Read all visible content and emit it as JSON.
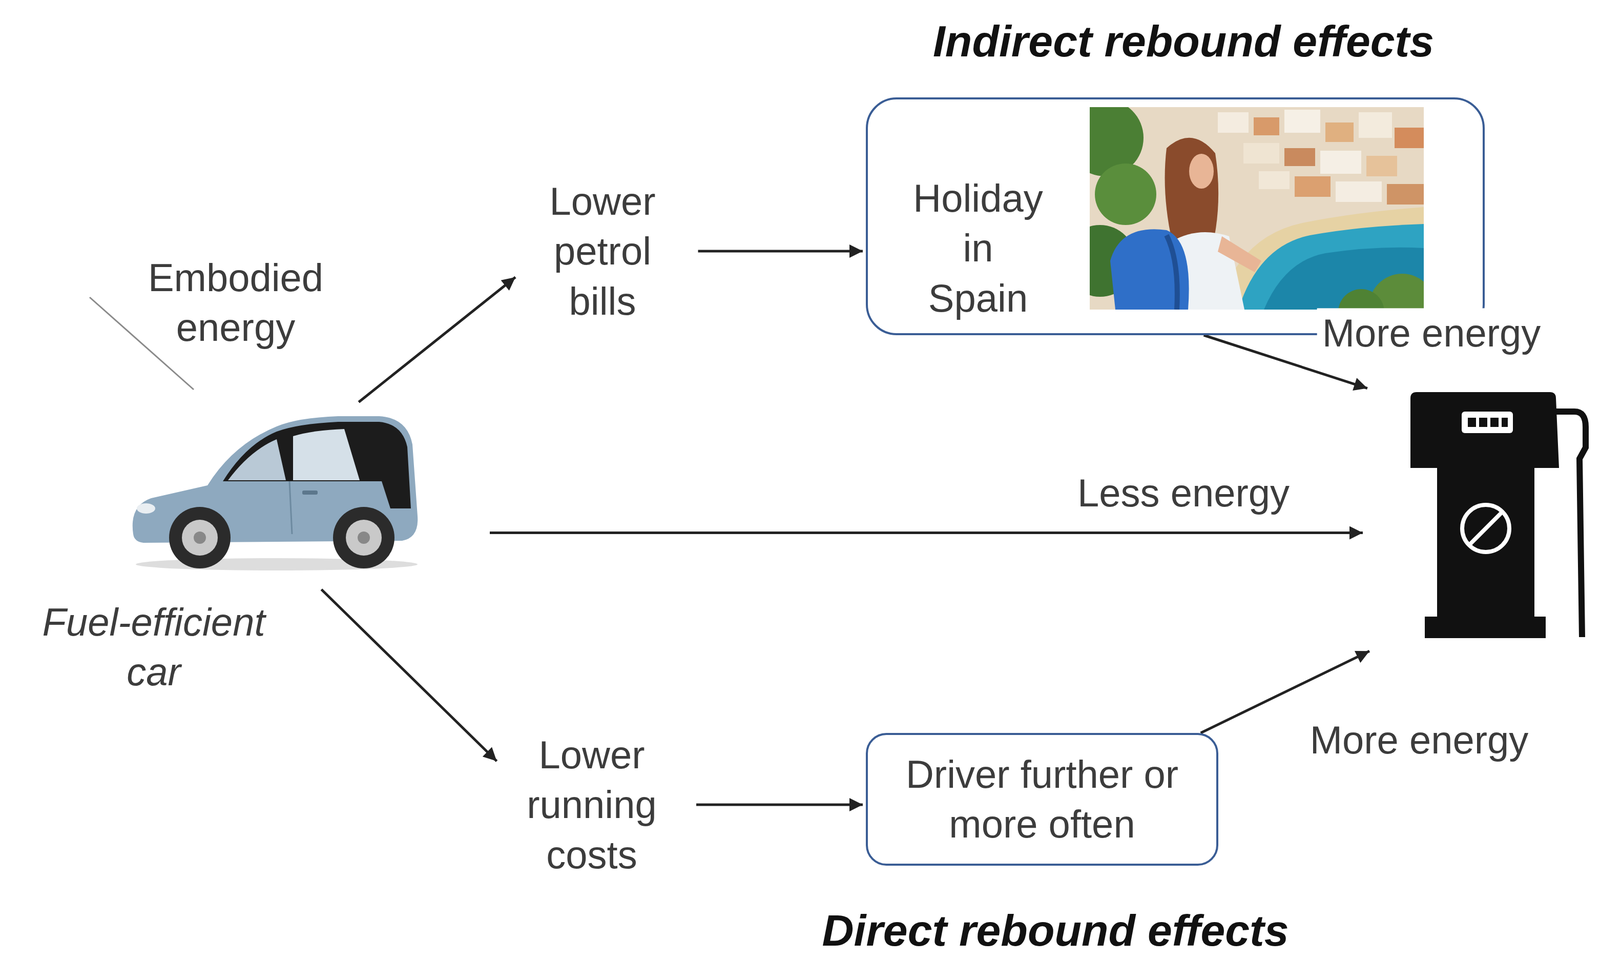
{
  "diagram": {
    "nodes": [
      {
        "text": [
          "Fuel-efficient car"
        ]
      },
      {
        "text": [
          "Lower petrol bills"
        ]
      },
      {
        "text": [
          "Holiday in Spain"
        ]
      },
      {
        "text": [
          "Lower running costs"
        ]
      },
      {
        "text": [
          "Driver further or more often"
        ]
      },
      {
        "text": []
      }
    ],
    "edges": [
      {
        "from": 0,
        "to": 1,
        "arrow": "to"
      },
      {
        "from": 1,
        "to": 2,
        "arrow": "to"
      },
      {
        "from": 2,
        "to": 5,
        "arrow": "to",
        "label": "More energy"
      },
      {
        "from": 0,
        "to": 5,
        "arrow": "to",
        "label": "Less energy"
      },
      {
        "from": 0,
        "to": 3,
        "arrow": "to"
      },
      {
        "from": 3,
        "to": 4,
        "arrow": "to"
      },
      {
        "from": 4,
        "to": 5,
        "arrow": "to",
        "label": "More energy"
      }
    ],
    "labels": [
      "Indirect rebound effects",
      "Embodied energy",
      "Direct rebound effects"
    ]
  }
}
